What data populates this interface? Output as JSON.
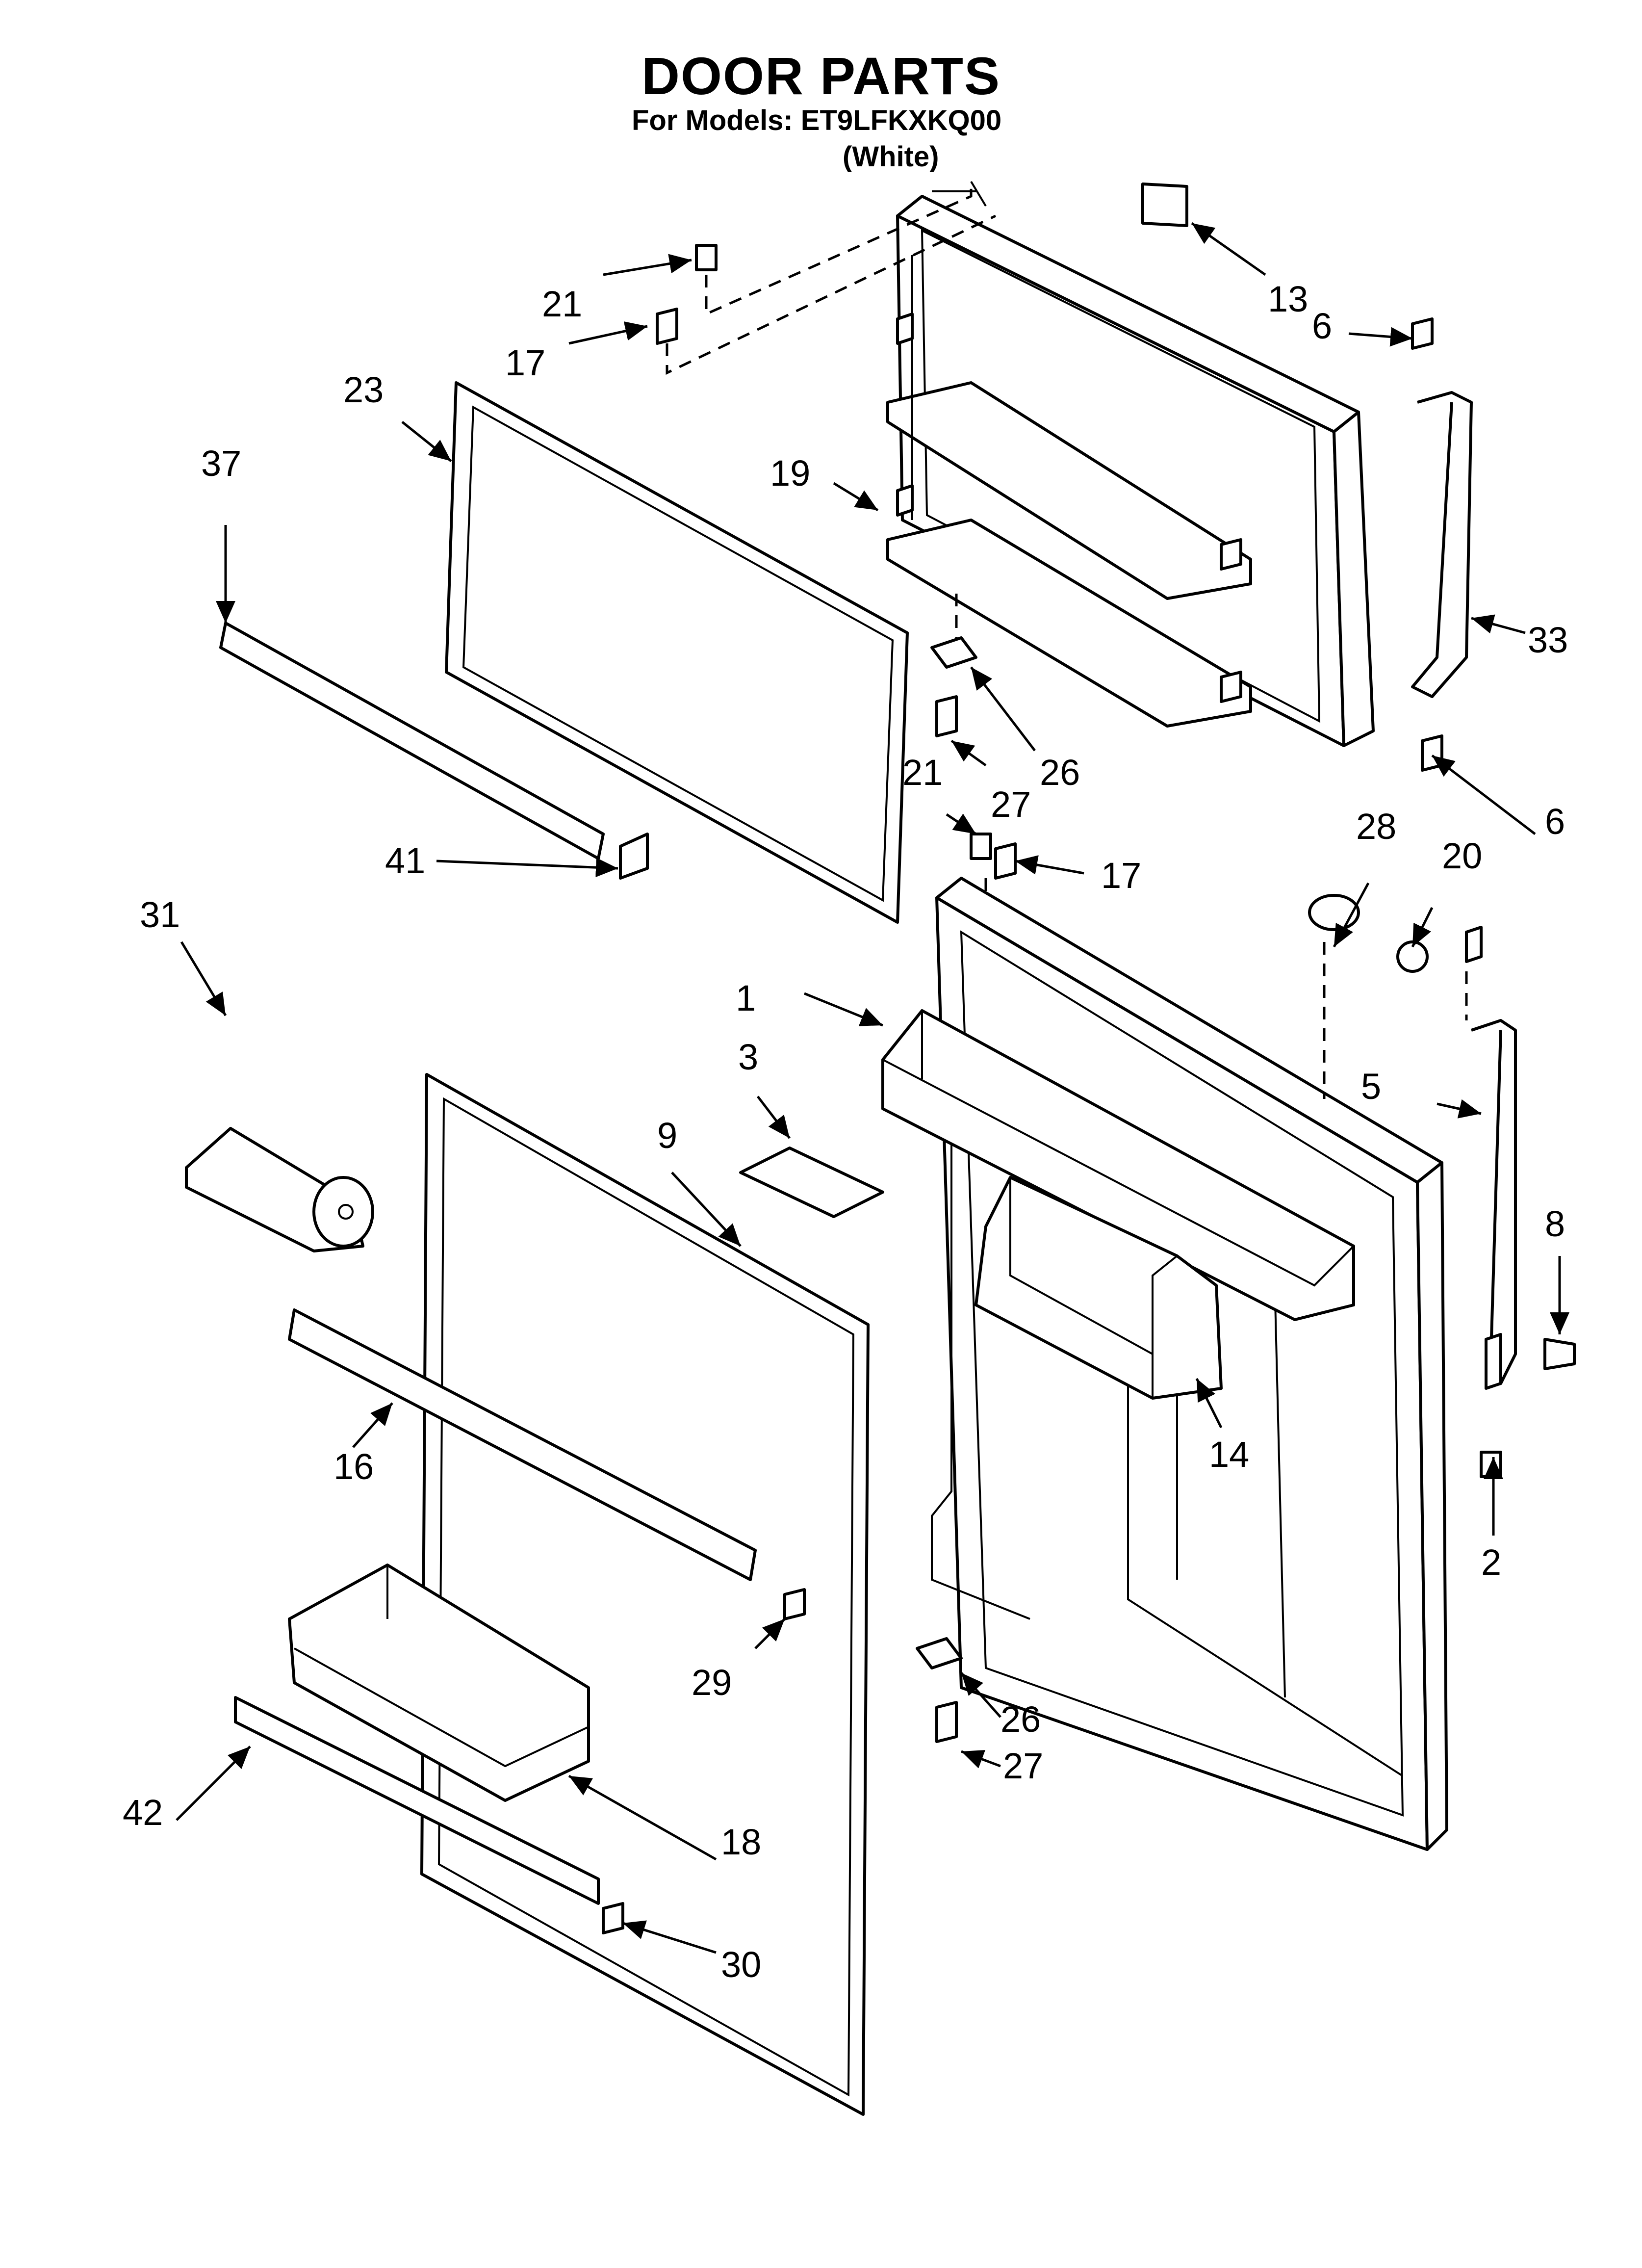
{
  "header": {
    "title": "DOOR PARTS",
    "models_line": "For Models: ET9LFKXKQ00",
    "color_line": "(White)"
  },
  "callouts": [
    "1",
    "2",
    "3",
    "5",
    "6",
    "6",
    "8",
    "9",
    "13",
    "14",
    "16",
    "17",
    "17",
    "18",
    "19",
    "20",
    "21",
    "21",
    "23",
    "26",
    "26",
    "27",
    "27",
    "28",
    "29",
    "30",
    "31",
    "33",
    "37",
    "41",
    "42"
  ]
}
